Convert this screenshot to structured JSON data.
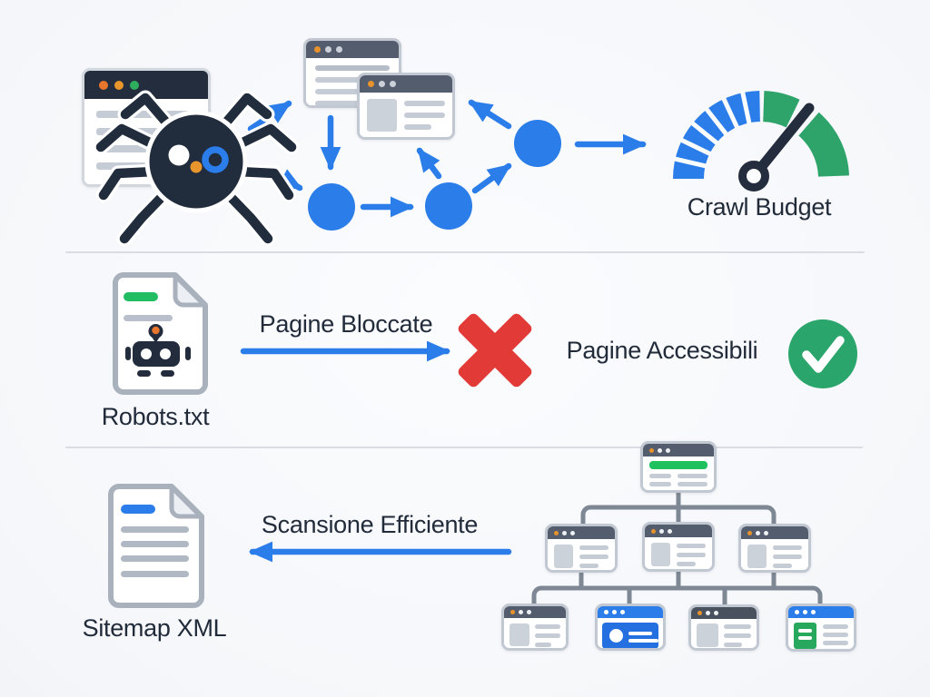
{
  "labels": {
    "crawl_budget": "Crawl Budget",
    "robots_file": "Robots.txt",
    "pages_blocked": "Pagine Bloccate",
    "pages_accessible": "Pagine Accessibili",
    "efficient_crawl": "Scansione Efficiente",
    "sitemap_file": "Sitemap XML"
  },
  "colors": {
    "background": "#f7f8fb",
    "accent_blue": "#2b7de9",
    "gauge_green": "#2ea36a",
    "bright_green": "#1fc05e",
    "error_red": "#e23b37",
    "dark_navy": "#232d3d",
    "header_slate": "#545d6d",
    "connector_gray": "#7e8794",
    "doc_border": "#a9b1bd"
  },
  "icons": {
    "crawler": "spider-crawler-icon",
    "gauge": "crawl-budget-gauge-icon",
    "robots_doc": "robots-txt-file-icon",
    "blocked": "red-x-icon",
    "accessible": "green-check-icon",
    "sitemap_doc": "sitemap-xml-file-icon",
    "site_tree": "website-hierarchy-icon"
  }
}
